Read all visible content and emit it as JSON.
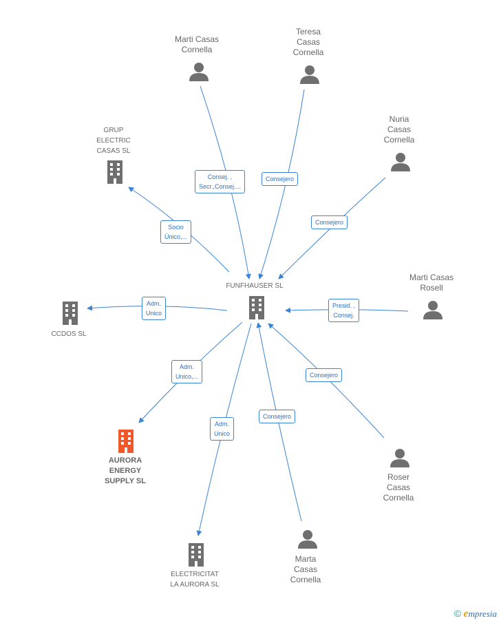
{
  "center": {
    "name": "FUNFHAUSER SL"
  },
  "nodes": {
    "marti_casas_cornella": "Marti Casas\nCornella",
    "teresa": "Teresa\nCasas\nCornella",
    "nuria": "Nuria\nCasas\nCornella",
    "grup_electric": "GRUP\nELECTRIC\nCASAS SL",
    "marti_casas_rosell": "Marti Casas\nRosell",
    "ccdos": "CCDOS SL",
    "aurora": "AURORA\nENERGY\nSUPPLY SL",
    "roser": "Roser\nCasas\nCornella",
    "electricitat": "ELECTRICITAT\nLA AURORA SL",
    "marta": "Marta\nCasas\nCornella"
  },
  "edges": {
    "marti_casas_cornella": "Consej. ,\nSecr.,Consej....",
    "teresa": "Consejero",
    "nuria": "Consejero",
    "grup_electric": "Socio\nÚnico,...",
    "marti_casas_rosell": "Presid. ,\nConsej.",
    "ccdos": "Adm.\nUnico",
    "aurora": "Adm.\nUnico,...",
    "roser": "Consejero",
    "electricitat": "Adm.\nUnico",
    "marta": "Consejero"
  },
  "colors": {
    "edge": "#3a84d6",
    "company_icon": "#6f6f6f",
    "person_icon": "#6f6f6f",
    "highlight_icon": "#f0582b"
  },
  "footer": {
    "copyright": "©",
    "brand_initial": "e",
    "brand_rest": "mpresia"
  }
}
